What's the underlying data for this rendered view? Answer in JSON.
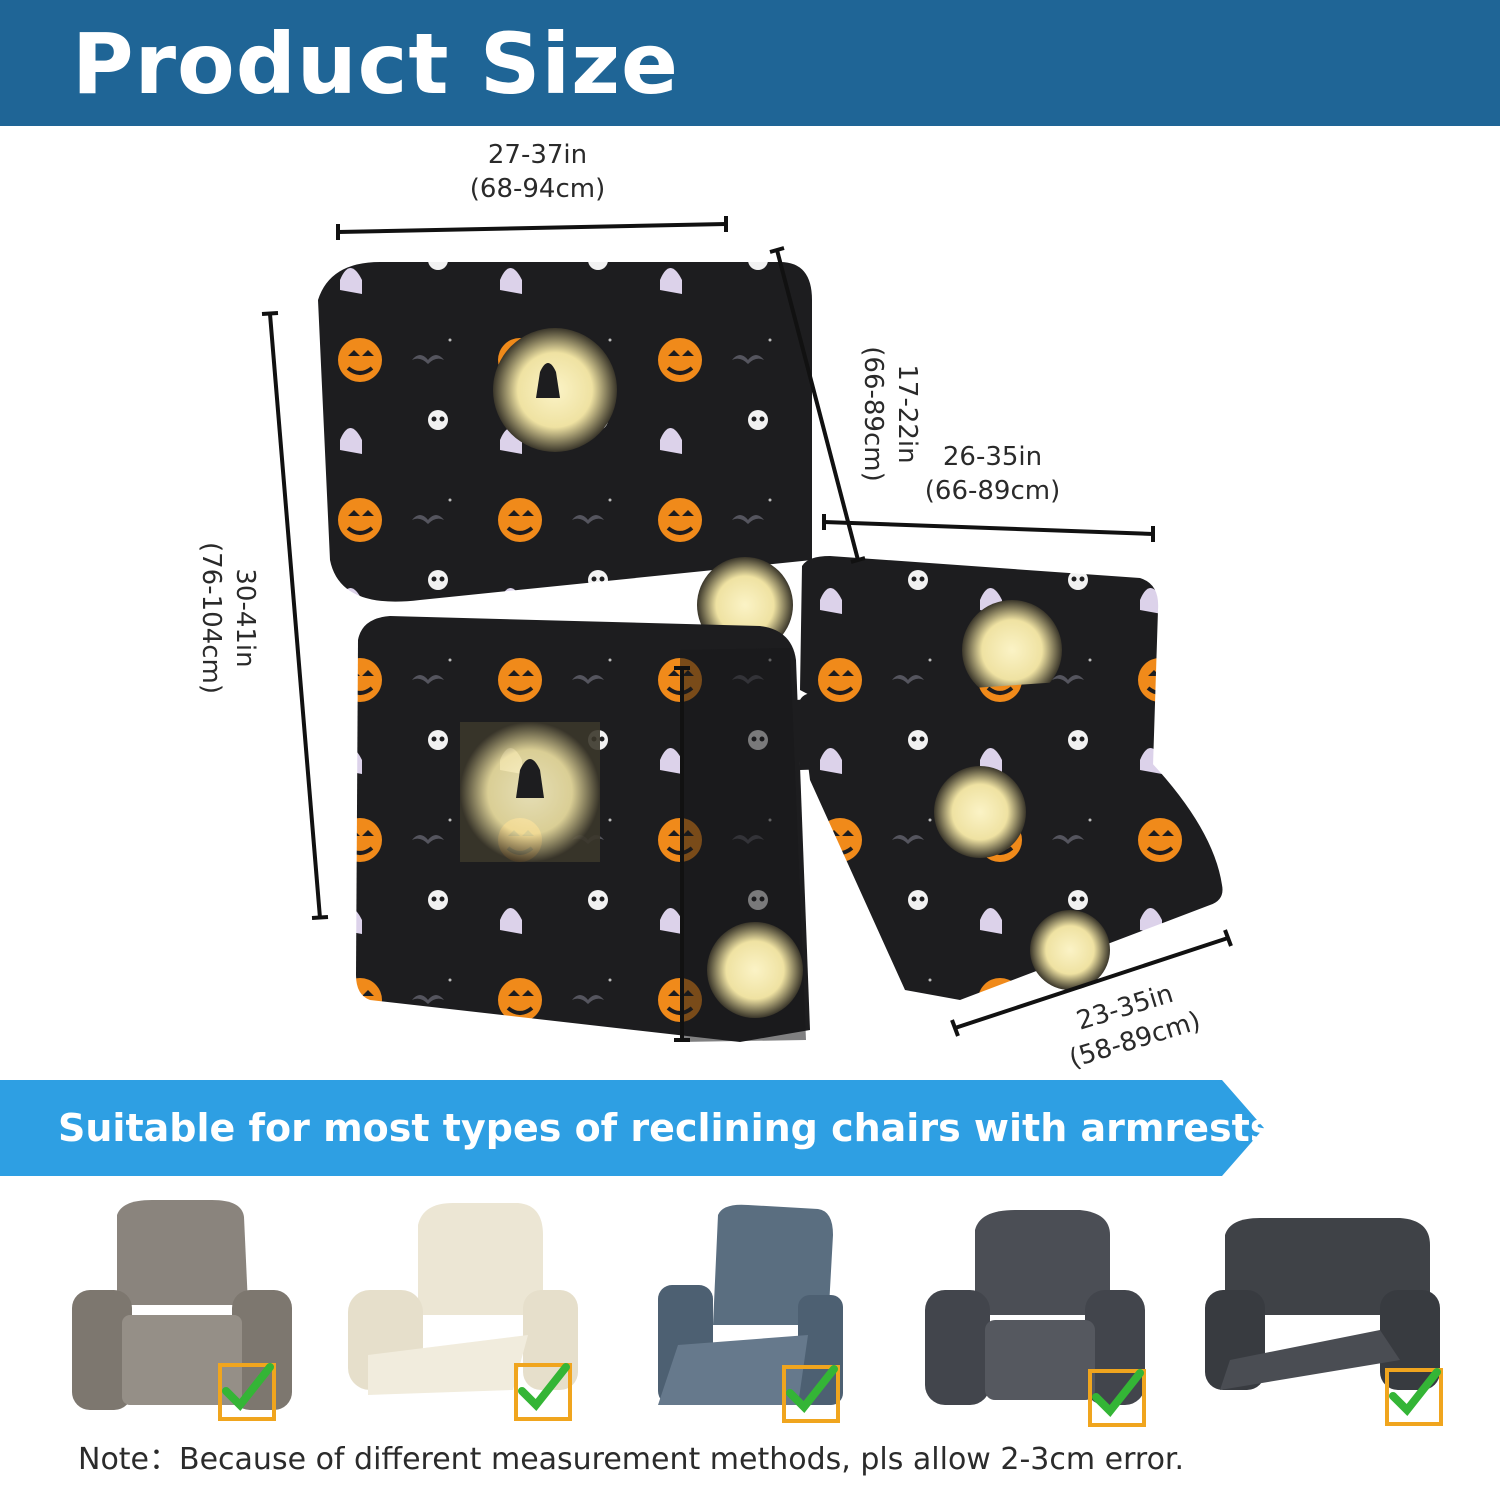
{
  "header": {
    "title": "Product Size"
  },
  "dimensions": {
    "width_top": {
      "in": "27-37in",
      "cm": "(68-94cm)"
    },
    "back_depth": {
      "in": "17-22in",
      "cm": "(66-89cm)"
    },
    "seat_width": {
      "in": "26-35in",
      "cm": "(66-89cm)"
    },
    "height": {
      "in": "30-41in",
      "cm": "(76-104cm)"
    },
    "footrest": {
      "in": "23-35in",
      "cm": "(58-89cm)"
    }
  },
  "banner": {
    "text": "Suitable for most types of reclining chairs with armrests."
  },
  "chair_types": [
    {
      "name": "gray-fabric-recliner",
      "color": "#8a847d"
    },
    {
      "name": "cream-leather-recliner",
      "color": "#ece6d4"
    },
    {
      "name": "blue-leather-recliner",
      "color": "#5a6e80"
    },
    {
      "name": "dark-gray-swivel-recliner",
      "color": "#4b4e55"
    },
    {
      "name": "charcoal-power-recliner",
      "color": "#3f4247"
    }
  ],
  "note": {
    "text": "Note：Because of different measurement methods, pls allow 2-3cm error."
  },
  "colors": {
    "header": "#1f6596",
    "banner": "#2e9fe3",
    "check": "#34b536",
    "check_box": "#f0a51e"
  }
}
